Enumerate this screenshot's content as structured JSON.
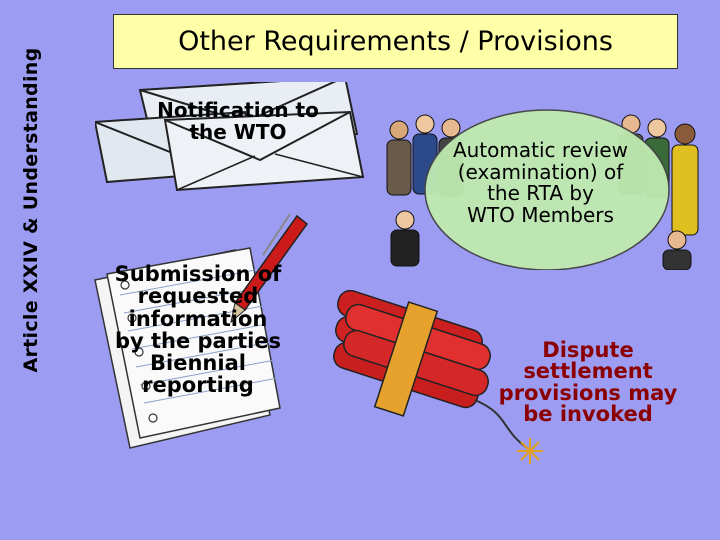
{
  "side_title": "Article XXIV & Understanding",
  "title": "Other Requirements / Provisions",
  "notification": "Notification to the WTO",
  "review_lines": [
    "Automatic review",
    "(examination) of",
    "the RTA by",
    "WTO Members"
  ],
  "submission_lines": [
    "Submission of",
    "requested",
    "information",
    "by the parties",
    "Biennial",
    "reporting"
  ],
  "dispute_lines": [
    "Dispute",
    "settlement",
    "provisions may",
    "be invoked"
  ],
  "colors": {
    "background": "#9c9cf2",
    "title_box": "#ffffa8",
    "dispute_text": "#8b0000",
    "ellipse": "#bfeab0"
  }
}
